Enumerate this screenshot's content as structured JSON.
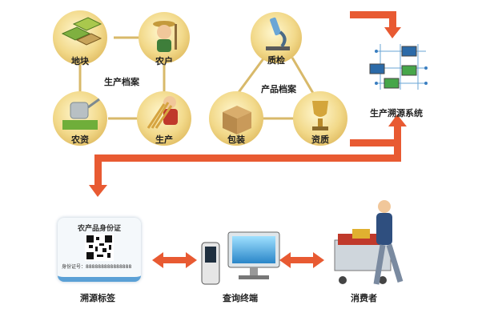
{
  "colors": {
    "arrow": "#e85a32",
    "circle": "#f3dc8f",
    "connector": "#d8b96a"
  },
  "production_archive": {
    "title": "生产档案",
    "nodes": {
      "plot": {
        "label": "地块",
        "icon": "field-plots-icon"
      },
      "farmer": {
        "label": "农户",
        "icon": "farmer-icon"
      },
      "pesticide": {
        "label": "农资",
        "icon": "watering-can-icon"
      },
      "production": {
        "label": "生产",
        "icon": "wheat-farmer-icon"
      }
    }
  },
  "product_archive": {
    "title": "产品档案",
    "nodes": {
      "inspection": {
        "label": "质检",
        "icon": "microscope-icon"
      },
      "packaging": {
        "label": "包装",
        "icon": "box-icon"
      },
      "qualification": {
        "label": "资质",
        "icon": "trophy-icon"
      }
    }
  },
  "system": {
    "label": "生产溯源系统",
    "icon": "network-computers-icon"
  },
  "trace_label": {
    "label": "溯源标签",
    "card_title": "农产品身份证",
    "id_text": "身份证号：888888888888888"
  },
  "terminal": {
    "label": "查询终端",
    "icon": "phone-monitor-icon"
  },
  "consumer": {
    "label": "消费者",
    "icon": "shopping-consumer-icon"
  }
}
